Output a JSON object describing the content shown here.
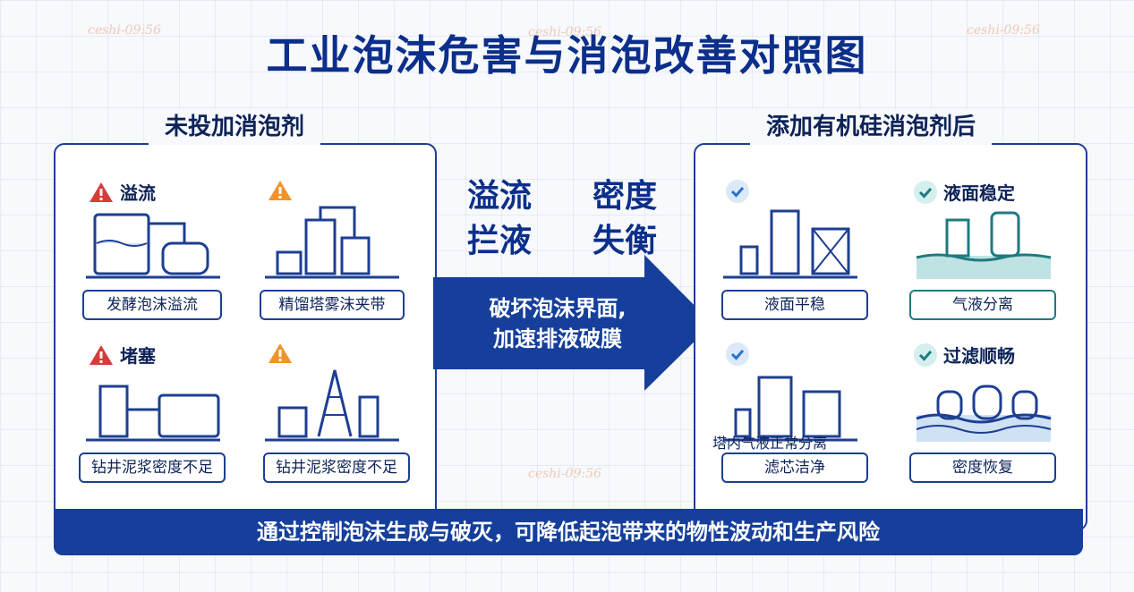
{
  "title": "工业泡沫危害与消泡改善对照图",
  "watermark": "ceshi-09:56",
  "left_panel": {
    "title": "未投加消泡剂",
    "items": [
      {
        "label": "溢流",
        "caption": "发酵泡沫溢流",
        "icon": "warning-red-icon"
      },
      {
        "label": "",
        "caption": "精馏塔雾沫夹带",
        "icon": "warning-orange-icon"
      },
      {
        "label": "堵塞",
        "caption": "钻井泥浆密度不足",
        "icon": "warning-red-icon"
      },
      {
        "label": "",
        "caption": "钻井泥浆密度不足",
        "icon": "warning-orange-icon"
      }
    ]
  },
  "middle": {
    "word1": "溢流",
    "word2": "密度",
    "word3": "拦液",
    "word4": "失衡",
    "arrow_text_1": "破坏泡沫界面,",
    "arrow_text_2": "加速排液破膜"
  },
  "right_panel": {
    "title": "添加有机硅消泡剂后",
    "items": [
      {
        "label": "",
        "caption": "液面平稳",
        "icon": "check-blue-icon"
      },
      {
        "label": "液面稳定",
        "caption": "气液分离",
        "icon": "check-teal-icon"
      },
      {
        "label": "",
        "caption": "滤芯洁净",
        "icon": "check-blue-icon"
      },
      {
        "label": "过滤顺畅",
        "caption": "密度恢复",
        "icon": "check-teal-icon"
      }
    ],
    "sub_caption": "塔内气液正常分离"
  },
  "banner": "通过控制泡沫生成与破灭，可降低起泡带来的物性波动和生产风险",
  "colors": {
    "navy": "#153f9b",
    "teal": "#1f7a80",
    "warning_red": "#d93a3a",
    "warning_orange": "#f0932b",
    "check_blue": "#2b72c9"
  }
}
